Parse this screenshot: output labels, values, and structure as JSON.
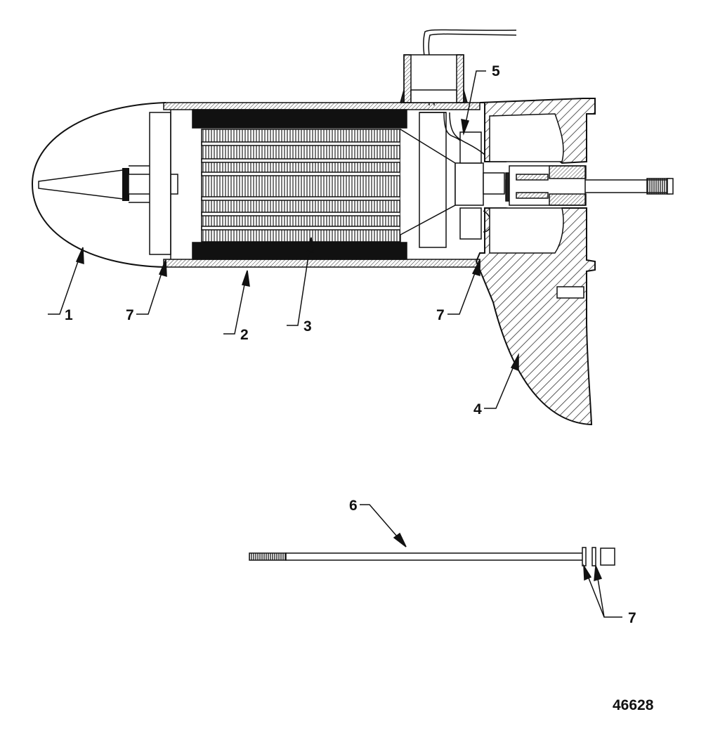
{
  "callouts": {
    "c1": "1",
    "c2": "2",
    "c3": "3",
    "c4": "4",
    "c5": "5",
    "c6": "6",
    "c7a": "7",
    "c7b": "7",
    "c7c": "7"
  },
  "figure_number": "46628",
  "colors": {
    "ink": "#111111",
    "hatch": "#333333",
    "paper": "#ffffff"
  }
}
